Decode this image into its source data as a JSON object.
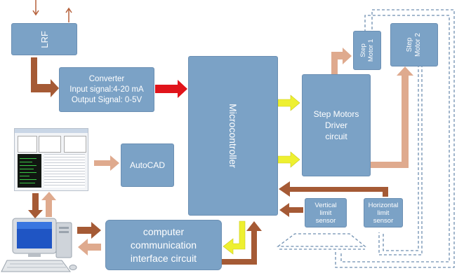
{
  "blocks": {
    "lrf": "LRF",
    "converter": [
      "Converter",
      "Input signal:4-20 mA",
      "Output Signal: 0-5V"
    ],
    "microcontroller": "Microcontroller",
    "driver": [
      "Step Motors",
      "Driver",
      "circuit"
    ],
    "motor1": [
      "Step",
      "Motor 1"
    ],
    "motor2": [
      "Step",
      "Motor 2"
    ],
    "autocad": "AutoCAD",
    "comm": [
      "computer",
      "communication",
      "interface circuit"
    ],
    "vsensor": [
      "Vertical",
      "limit",
      "sensor"
    ],
    "hsensor": [
      "Horizontal",
      "limit",
      "sensor"
    ]
  },
  "colors": {
    "block_fill": "#7ba2c6",
    "brown_arrow": "#a55a35",
    "tan_arrow": "#dfaa8e",
    "red_arrow": "#e0141b",
    "yellow_arrow": "#eef030",
    "dashed_line": "#6f8fb0"
  },
  "icons": {
    "software": "software-screenshot-icon",
    "computer": "desktop-computer-icon"
  }
}
